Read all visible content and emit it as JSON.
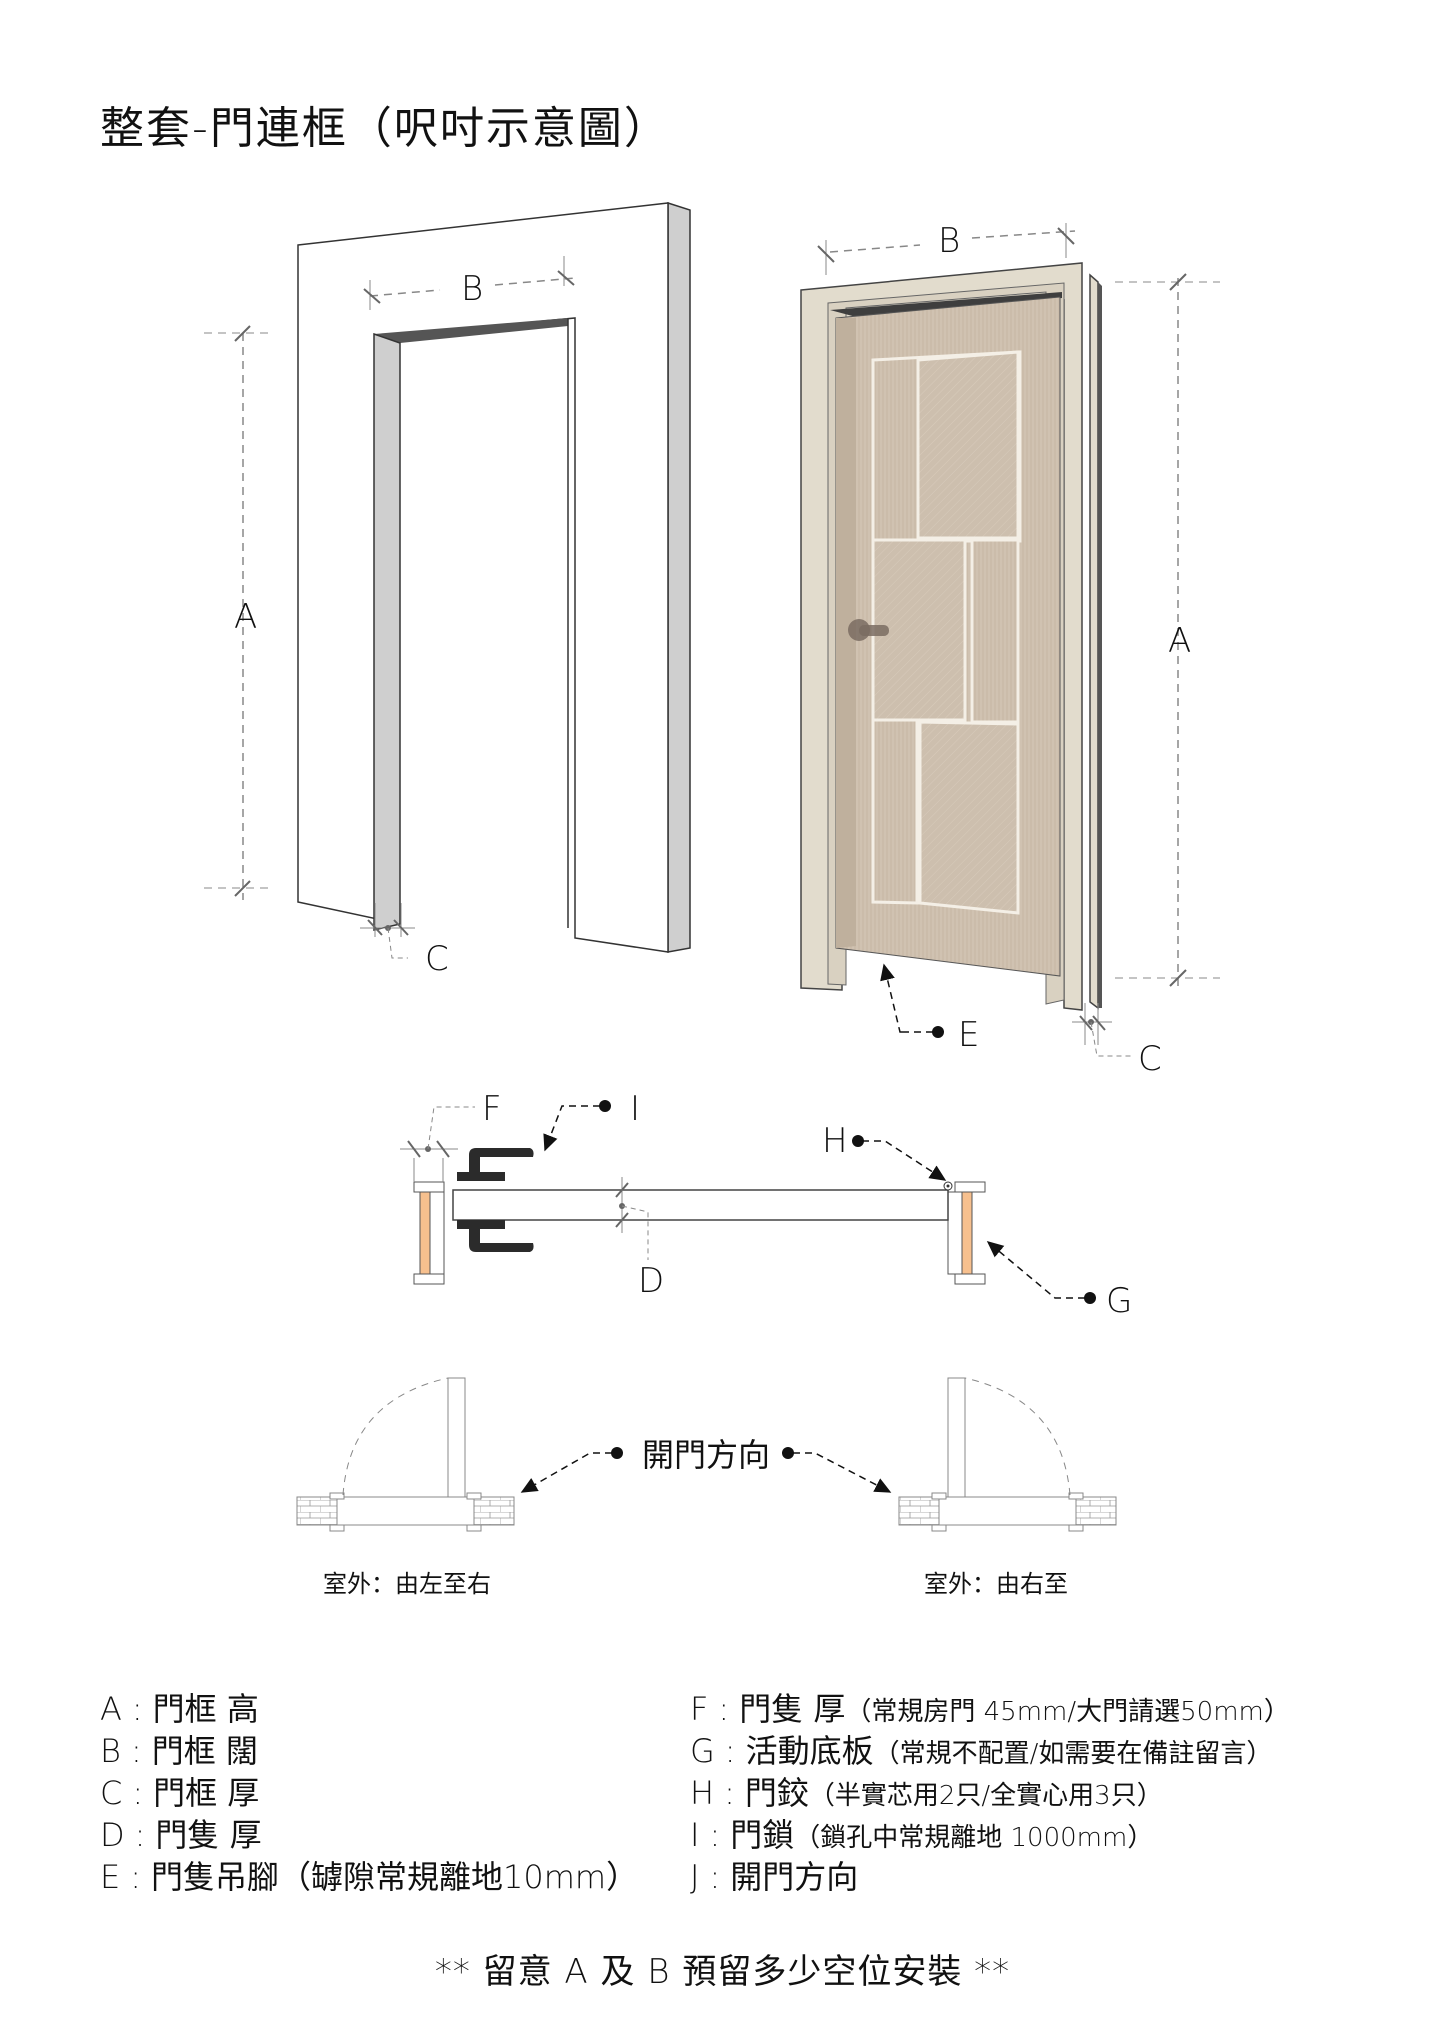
{
  "title": "整套-門連框（呎吋示意圖）",
  "diagrams": {
    "frame_3d": {
      "labels": {
        "A": "A",
        "B": "B",
        "C": "C"
      }
    },
    "door_3d": {
      "labels": {
        "A": "A",
        "B": "B",
        "C": "C",
        "E": "E"
      },
      "colors": {
        "door": "#cdbfae",
        "frame": "#e2dccd",
        "handle": "#7a6c62"
      }
    },
    "section": {
      "labels": {
        "D": "D",
        "F": "F",
        "G": "G",
        "H": "H",
        "I": "I"
      },
      "colors": {
        "frame_core": "#f7c08e",
        "handle": "#2b2b2b"
      }
    },
    "opening": {
      "label": "開門方向",
      "left_caption": "室外：由左至右",
      "right_caption": "室外：由右至"
    }
  },
  "legend": {
    "left": [
      {
        "key": "A",
        "text": "門框 高",
        "note": ""
      },
      {
        "key": "B",
        "text": "門框 闊",
        "note": ""
      },
      {
        "key": "C",
        "text": "門框 厚",
        "note": ""
      },
      {
        "key": "D",
        "text": "門隻 厚",
        "note": ""
      },
      {
        "key": "E",
        "text": "門隻吊腳",
        "note": "（罅隙常規離地10mm）"
      }
    ],
    "right": [
      {
        "key": "F",
        "text": "門隻 厚",
        "note": "（常規房門 45mm/大門請選50mm）"
      },
      {
        "key": "G",
        "text": "活動底板",
        "note": "（常規不配置/如需要在備註留言）"
      },
      {
        "key": "H",
        "text": "門鉸",
        "note": "（半實芯用2只/全實心用3只）"
      },
      {
        "key": "I",
        "text": "門鎖",
        "note": "（鎖孔中常規離地 1000mm）"
      },
      {
        "key": "J",
        "text": "開門方向",
        "note": ""
      }
    ]
  },
  "footnote": "** 留意 A 及 B 預留多少空位安裝 **"
}
